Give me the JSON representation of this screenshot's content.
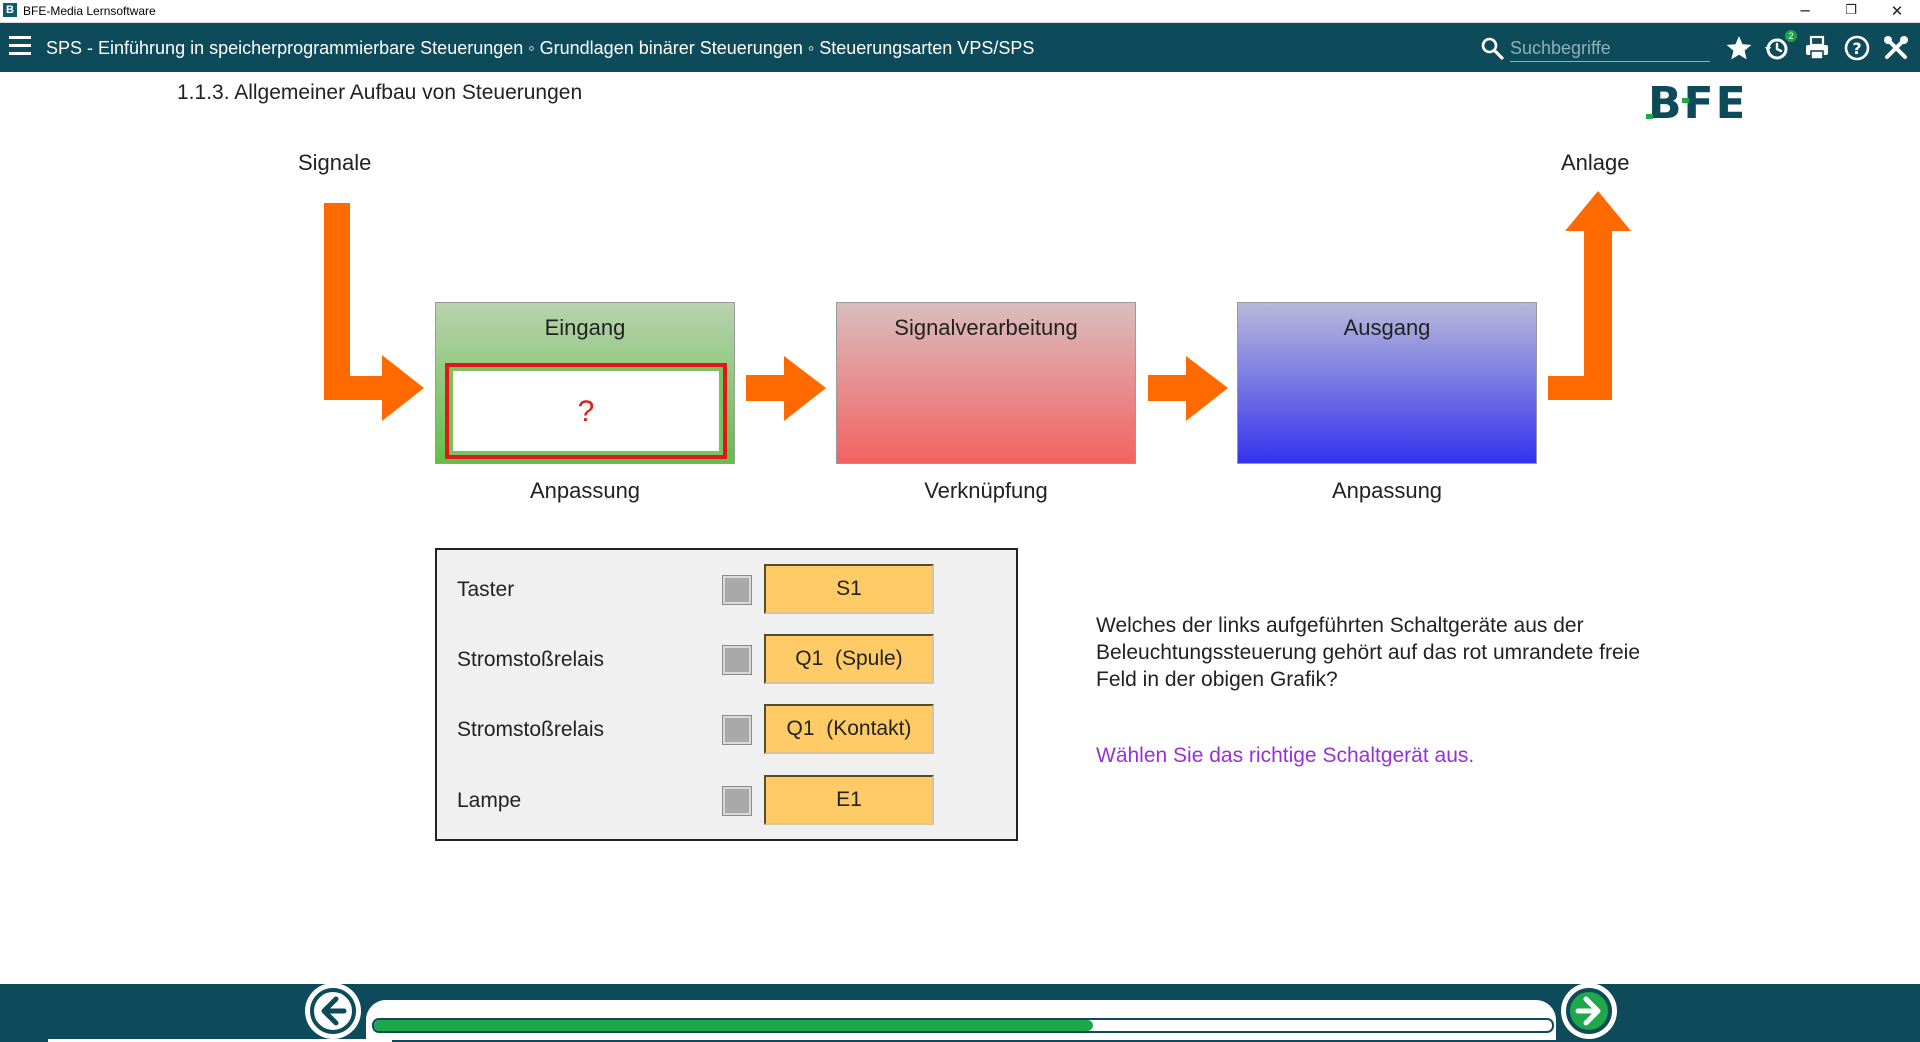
{
  "window": {
    "app_title": "BFE-Media Lernsoftware",
    "app_icon_letter": "B",
    "controls": {
      "minimize": "─",
      "restore": "❐",
      "close": "✕"
    }
  },
  "header": {
    "breadcrumb": "SPS - Einführung in speicherprogrammierbare Steuerungen ◦ Grundlagen binärer Steuerungen ◦ Steuerungsarten VPS/SPS",
    "search_placeholder": "Suchbegriffe",
    "icons": [
      "menu-icon",
      "search-icon",
      "star-icon",
      "history-icon",
      "print-icon",
      "help-icon",
      "tools-icon"
    ],
    "history_badge": "2"
  },
  "content": {
    "page_title": "1.1.3. Allgemeiner Aufbau von Steuerungen",
    "logo_text": "BFE",
    "diagram": {
      "input_label": "Signale",
      "output_label": "Anlage",
      "blocks": [
        {
          "title": "Eingang",
          "caption": "Anpassung"
        },
        {
          "title": "Signalverarbeitung",
          "caption": "Verknüpfung"
        },
        {
          "title": "Ausgang",
          "caption": "Anpassung"
        }
      ],
      "dropzone_text": "?"
    },
    "choices": [
      {
        "label": "Taster",
        "button": "S1"
      },
      {
        "label": "Stromstoßrelais",
        "button": "Q1  (Spule)"
      },
      {
        "label": "Stromstoßrelais",
        "button": "Q1  (Kontakt)"
      },
      {
        "label": "Lampe",
        "button": "E1"
      }
    ],
    "question": "Welches der links aufgeführten Schaltgeräte aus der Beleuchtungssteuerung gehört auf das rot umrandete freie Feld in der obigen Grafik?",
    "instruction": "Wählen Sie das richtige Schaltgerät aus."
  },
  "footer": {
    "progress": 0.61,
    "prev_icon": "arrow-left-icon",
    "next_icon": "arrow-right-icon"
  },
  "colors": {
    "header_bg": "#0d4a5a",
    "arrow": "#ff6a00",
    "progress": "#1fa74b",
    "button": "#ffcb66",
    "dropzone_border": "#e3161a",
    "instruction": "#9b2fd6"
  }
}
